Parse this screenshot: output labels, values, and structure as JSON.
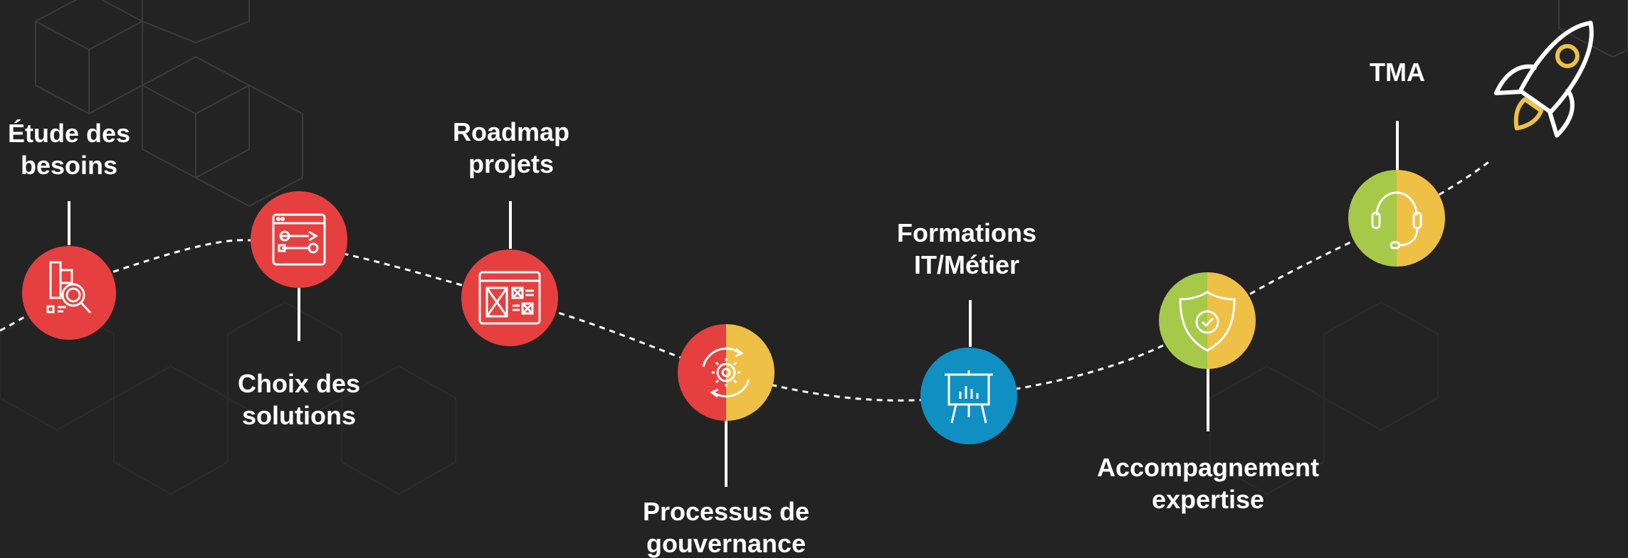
{
  "colors": {
    "background": "#232323",
    "red": "#e5403f",
    "yellow": "#eec045",
    "green": "#a6c94a",
    "blue": "#0f8fc2",
    "line": "#ffffff"
  },
  "steps": [
    {
      "id": "etude",
      "label_lines": [
        "Étude des",
        "besoins"
      ],
      "icon": "analysis-search-icon",
      "color": "red"
    },
    {
      "id": "choix",
      "label_lines": [
        "Choix des",
        "solutions"
      ],
      "icon": "tools-window-icon",
      "color": "red"
    },
    {
      "id": "roadmap",
      "label_lines": [
        "Roadmap",
        "projets"
      ],
      "icon": "wireframe-layout-icon",
      "color": "red"
    },
    {
      "id": "processus",
      "label_lines": [
        "Processus de",
        "gouvernance"
      ],
      "icon": "gear-cycle-icon",
      "color": "red-yellow"
    },
    {
      "id": "formations",
      "label_lines": [
        "Formations",
        "IT/Métier"
      ],
      "icon": "presentation-board-icon",
      "color": "blue"
    },
    {
      "id": "accompagnement",
      "label_lines": [
        "Accompagnement",
        "expertise"
      ],
      "icon": "shield-check-icon",
      "color": "green-yellow"
    },
    {
      "id": "tma",
      "label_lines": [
        "TMA"
      ],
      "icon": "headset-icon",
      "color": "green-yellow"
    }
  ],
  "decoration": {
    "icon": "rocket-icon"
  }
}
